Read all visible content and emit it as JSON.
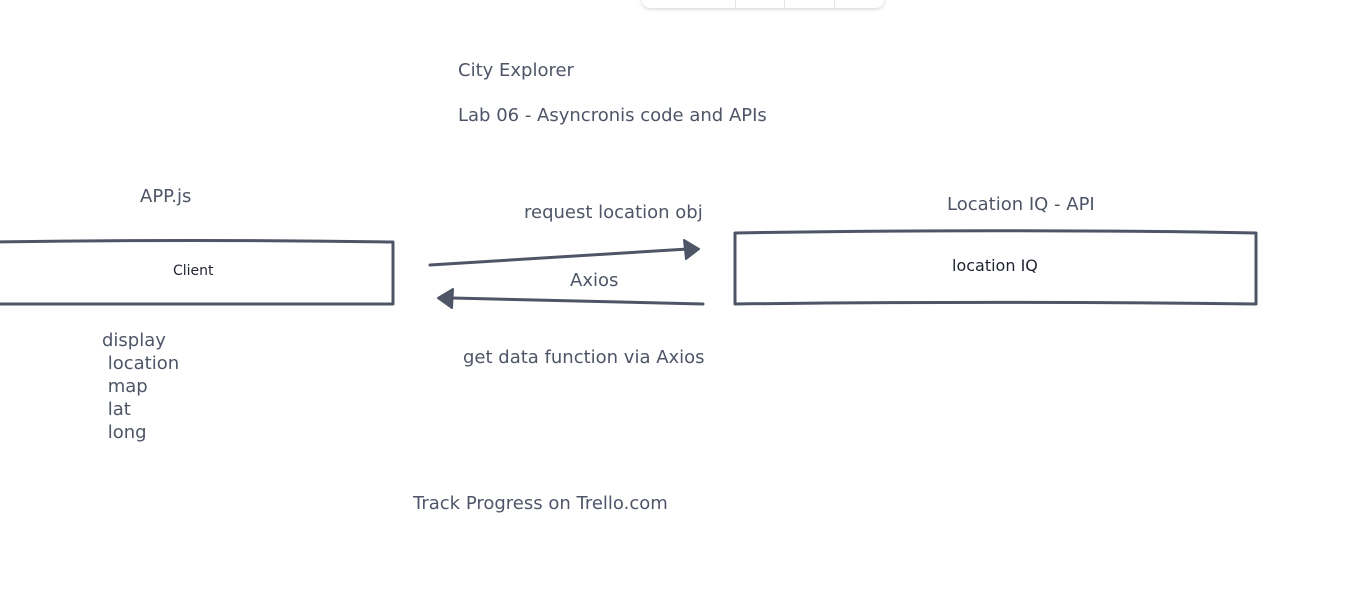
{
  "header": {
    "title": "City Explorer",
    "subtitle": "Lab 06 - Asyncronis code and APIs"
  },
  "client": {
    "label": "APP.js",
    "box_text": "Client",
    "display_text": "display\n location\n map\n lat\n long"
  },
  "api": {
    "label": "Location IQ - API",
    "box_text": "location IQ"
  },
  "arrows": {
    "request_label": "request location obj",
    "axios_label": "Axios",
    "getdata_label": "get data function via Axios"
  },
  "footer": {
    "track_text": "Track Progress on Trello.com"
  },
  "colors": {
    "stroke": "#4e5567",
    "text": "#4e5567",
    "box_text": "#1f2330"
  }
}
